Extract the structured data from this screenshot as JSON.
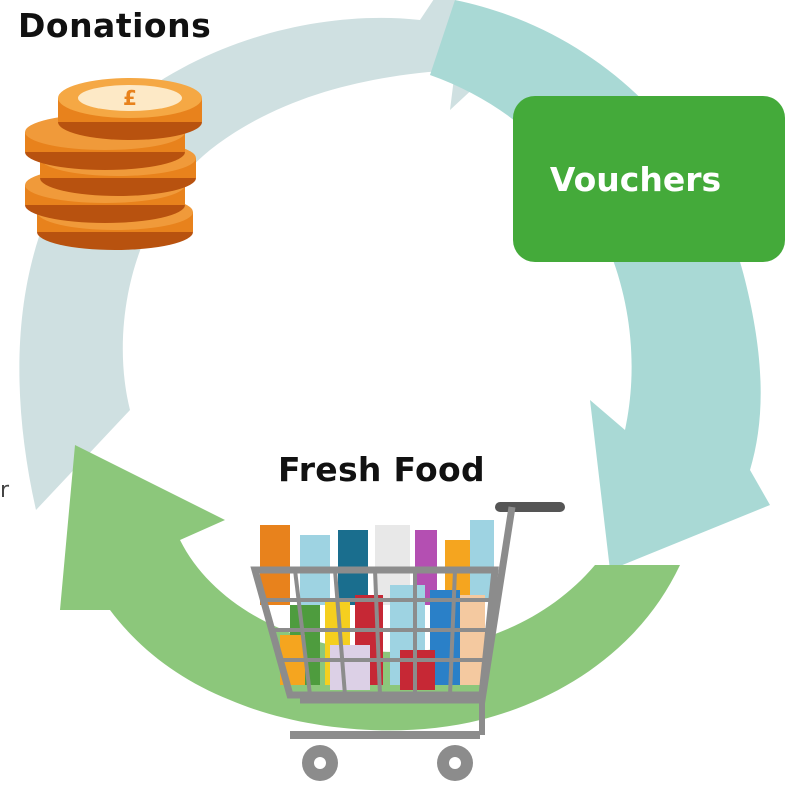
{
  "diagram": {
    "nodes": {
      "donations": {
        "label": "Donations",
        "icon": "coin-stack-icon"
      },
      "vouchers": {
        "label": "Vouchers"
      },
      "fresh_food": {
        "label": "Fresh Food",
        "icon": "shopping-cart-icon"
      }
    },
    "stray_glyph": "r"
  },
  "colors": {
    "arrow_gray": "#cfe0e1",
    "arrow_teal": "#a9d9d5",
    "arrow_green": "#8cc77b",
    "vouchers_bg": "#44aa3a",
    "coin_orange": "#e8821c",
    "coin_rim": "#b8520f",
    "cart_gray": "#8c8c8c"
  }
}
